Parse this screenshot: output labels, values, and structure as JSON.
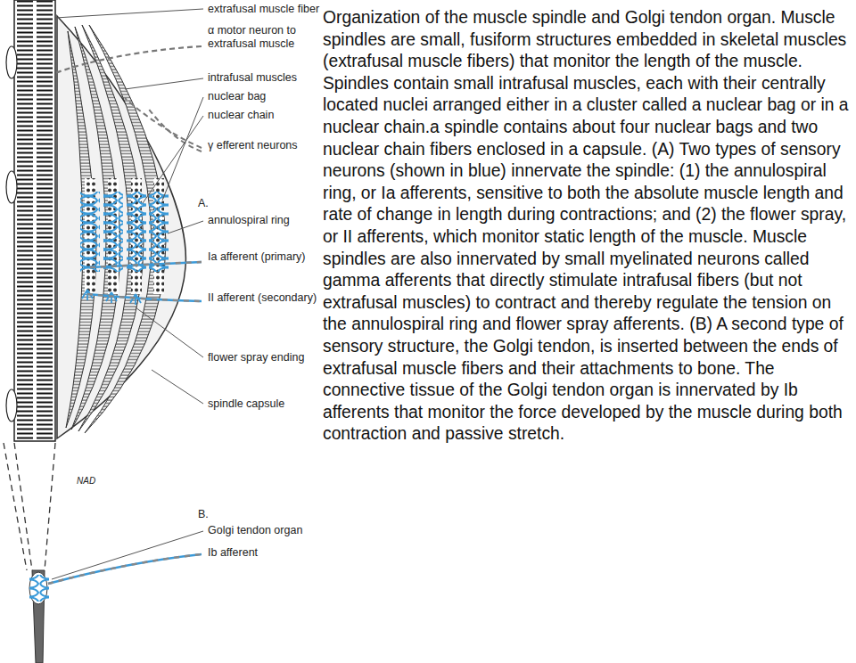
{
  "diagram": {
    "caption": "Organization of the muscle spindle and Golgi tendon organ. Muscle spindles are small, fusiform structures embedded in skeletal muscles (extrafusal muscle fibers) that monitor the length of the muscle. Spindles contain small intrafusal muscles, each with their centrally located nuclei arranged either in a cluster called a nuclear bag or in a nuclear chain.a spindle contains about four nuclear bags and two nuclear chain fibers enclosed in a capsule. (A) Two types of sensory neurons (shown in blue) innervate the spindle: (1) the annulospiral ring, or Ia afferents, sensitive to both the absolute muscle length and rate of change in length during contractions; and (2) the flower spray, or II afferents, which monitor static length of the muscle. Muscle spindles are also innervated by small myelinated neurons called gamma afferents that directly stimulate intrafusal fibers (but not extrafusal muscles) to contract and thereby regulate the tension on the annulospiral ring and flower spray afferents. (B) A second type of sensory structure, the Golgi tendon, is inserted between the ends of extrafusal muscle fibers and their attachments to bone. The connective tissue of the Golgi tendon organ is innervated by Ib afferents that monitor the force developed by the muscle during both contraction and passive stretch.",
    "labels": [
      "extrafusal muscle fiber",
      "α motor neuron to extrafusal muscle",
      "intrafusal muscles",
      "nuclear bag",
      "nuclear chain",
      "γ efferent neurons",
      "A.",
      "annulospiral ring",
      "Ia afferent (primary)",
      "II afferent (secondary)",
      "flower spray ending",
      "spindle capsule",
      "NAD",
      "B.",
      "Golgi tendon organ",
      "Ib afferent"
    ]
  }
}
